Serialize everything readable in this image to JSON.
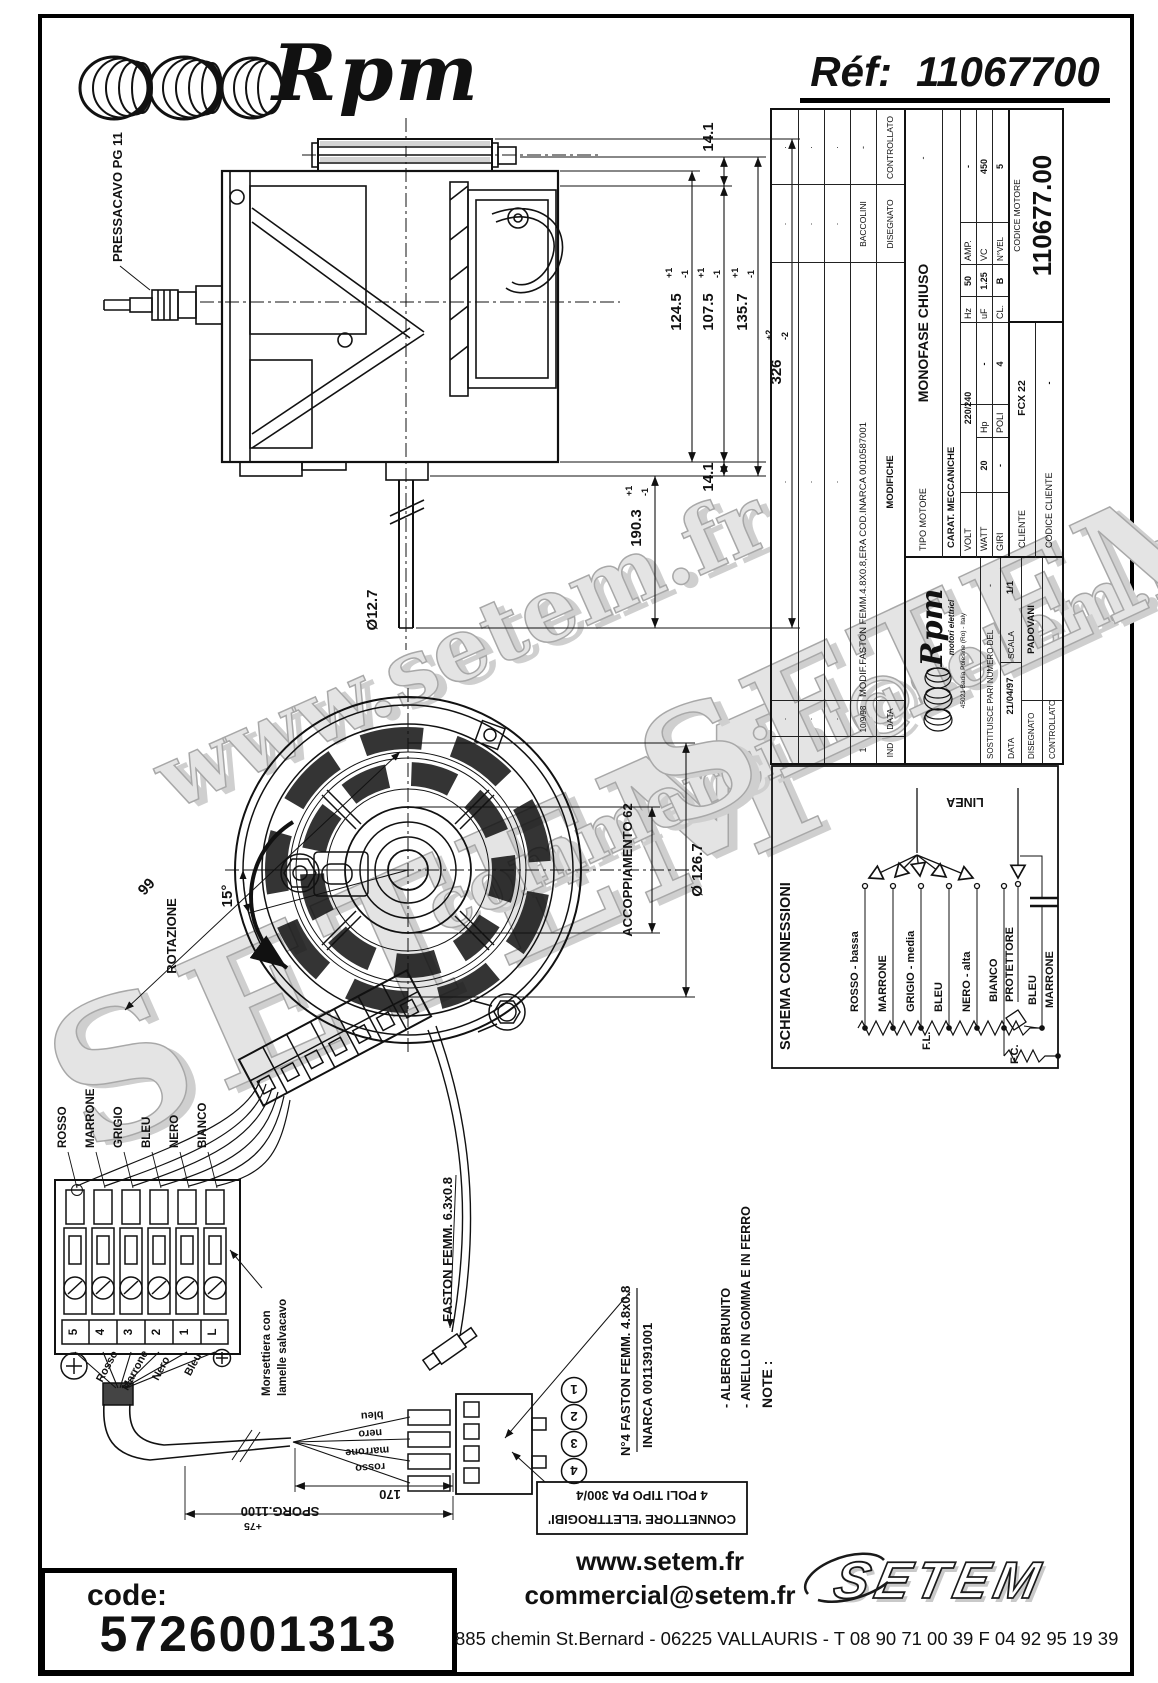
{
  "header": {
    "logo_text": "Rpm",
    "ref_label": "Réf:",
    "ref_value": "11067700"
  },
  "side_view": {
    "pressacavo_label": "PRESSACAVO PG 11",
    "dim_14_1_top": "14.1",
    "dim_124_5": "124.5",
    "dim_107_5": "107.5",
    "dim_135_7": "135.7",
    "dim_14_1_bottom": "14.1",
    "dim_326": "326",
    "dim_190_3": "190.3",
    "dim_shaft_dia": "Ø12.7",
    "tol_plus1": "+1",
    "tol_minus1": "-1",
    "tol_plus2": "+2",
    "tol_minus2": "-2"
  },
  "front_view": {
    "rotazione_label": "ROTAZIONE",
    "dim_99": "99",
    "angle_15": "15°",
    "accoppiamento_label": "ACCOPPIAMENTO 62",
    "dim_dia_126_7": "Ø 126.7"
  },
  "terminal_block": {
    "wire_labels": [
      "ROSSO",
      "MARRONE",
      "GRIGIO",
      "BLEU",
      "NERO",
      "BIANCO"
    ],
    "terminal_numbers": [
      "5",
      "4",
      "3",
      "2",
      "1",
      "L"
    ],
    "wire_tags": [
      "Rosso",
      "Marrone",
      "Nero",
      "Bleu"
    ],
    "morsettiera_line1": "Morsettiera con",
    "morsettiera_line2": "lamelle salvacavo"
  },
  "cable_assembly": {
    "faston_63": "FASTON FEMM. 6.3x0.8",
    "faston_48": "N°4 FASTON FEMM. 4.8x0.8",
    "inarca": "INARCA 0011391001",
    "pin_numbers": [
      "1",
      "2",
      "3",
      "4"
    ],
    "small_wire_tags": [
      "bleu",
      "nero",
      "marrone",
      "rosso"
    ],
    "dim_170": "170",
    "dim_sporg": "SPORG.1100",
    "dim_plus75": "+75",
    "connector_line1": "CONNETTORE 'ELETTROGIBI'",
    "connector_line2": "4 POLI TIPO PA 300/4"
  },
  "note": {
    "title": "NOTE :",
    "line1": "- ANELLO IN GOMMA E IN FERRO",
    "line2": "- ALBERO BRUNITO"
  },
  "title_block": {
    "revision": {
      "headers": [
        "IND",
        "DATA",
        "MODIFICHE",
        "DISEGNATO",
        "CONTROLLATO"
      ],
      "empty_mark": "·",
      "row": {
        "ind": "1",
        "date": "10/9/98",
        "modifiche": "MODIF.FASTON FEMM.4.8X0.8,ERA COD.INARCA 0010587001",
        "disegnato": "BACCOLINI",
        "controllato": "-"
      }
    },
    "logo": {
      "name": "Rpm",
      "subtitle": "motori elettrici",
      "address": "45021 Badia Polesine (Ro) - Italy"
    },
    "tipo_motore_label": "TIPO MOTORE",
    "tipo_motore_value": "MONOFASE CHIUSO",
    "tipo_motore_extra": "-",
    "carat_meccaniche": "CARAT. MECCANICHE",
    "electrical": {
      "volt_label": "VOLT",
      "volt": "220/240",
      "hz_label": "Hz",
      "hz": "50",
      "amp_label": "AMP.",
      "amp": "-",
      "watt_label": "WATT",
      "watt": "20",
      "hp_label": "Hp",
      "hp": "-",
      "uf_label": "uF",
      "uf": "1.25",
      "vc_label": "VC",
      "vc": "450",
      "giri_label": "GIRI",
      "giri": "-",
      "poli_label": "POLI",
      "poli": "4",
      "cl_label": "CL.",
      "cl": "B",
      "nvel_label": "N°VEL",
      "nvel": "5"
    },
    "cliente_label": "CLIENTE",
    "cliente_value": "FCX 22",
    "codice_motore_label": "CODICE MOTORE",
    "codice_motore_value": "110677.00",
    "codice_cliente_label": "CODICE CLIENTE",
    "codice_cliente_value": "-",
    "sostituisce_label": "SOSTITUISCE PARI NUMERO DEL",
    "sostituisce_value": "-",
    "data_label": "DATA",
    "data_value": "21/04/97",
    "scala_label": "SCALA",
    "scala_value": "1/1",
    "disegnato_label": "DISEGNATO",
    "disegnato_value": "PADOVANI",
    "controllato_label": "CONTROLLATO"
  },
  "schema": {
    "title": "SCHEMA CONNESSIONI",
    "linea_label": "LINEA",
    "wires": [
      "ROSSO - bassa",
      "MARRONE",
      "GRIGIO - media",
      "BLEU",
      "NERO - alta",
      "BIANCO"
    ],
    "protettore_label": "PROTETTORE",
    "bleu2_label": "BLEU",
    "marrone2_label": "MARRONE",
    "fl_label": "F.L.",
    "fc_label": "F.C."
  },
  "watermarks": {
    "w1": "www.setem.fr",
    "w2": "SETEM",
    "w3": "commercial@setem.fr",
    "w4": "SETEM"
  },
  "footer": {
    "code_label": "code:",
    "code_value": "5726001313",
    "website": "www.setem.fr",
    "email": "commercial@setem.fr",
    "logo": "SETEM",
    "address": "885 chemin St.Bernard  -  06225 VALLAURIS  -  T 08 90 71 00 39   F 04 92 95 19 39"
  }
}
